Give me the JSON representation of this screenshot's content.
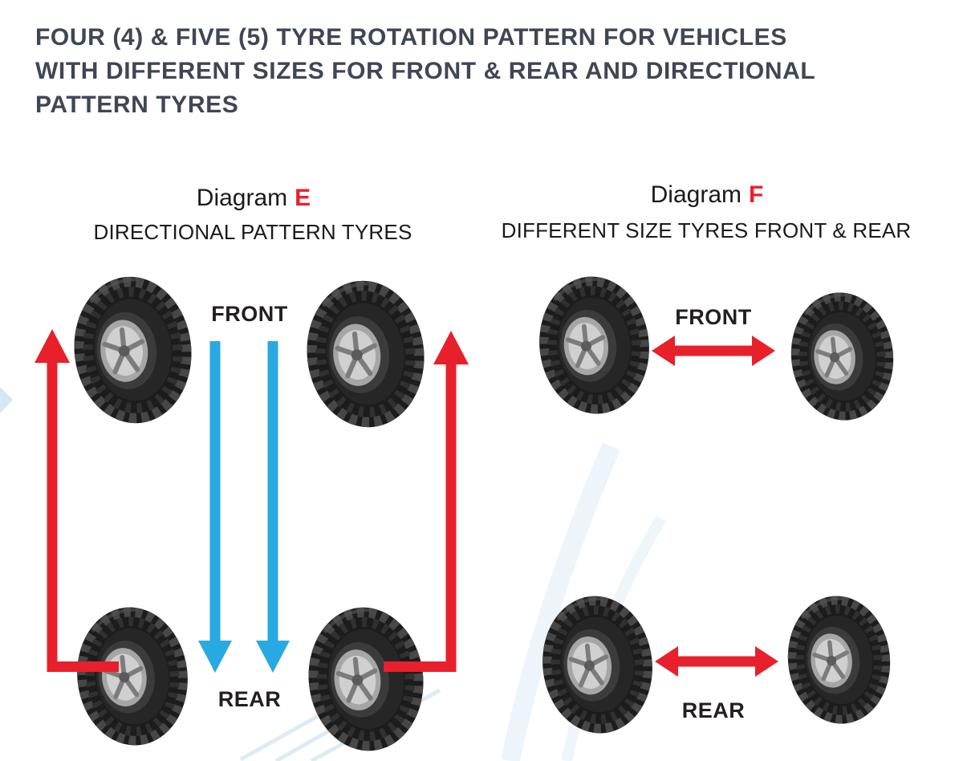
{
  "title": {
    "lines": [
      "FOUR (4) & FIVE (5) TYRE ROTATION PATTERN FOR VEHICLES",
      "WITH DIFFERENT SIZES FOR FRONT & REAR AND DIRECTIONAL",
      "PATTERN TYRES"
    ]
  },
  "diagrams": {
    "e": {
      "heading_prefix": "Diagram",
      "letter": "E",
      "subtitle": "DIRECTIONAL PATTERN TYRES",
      "front_label": "FRONT",
      "rear_label": "REAR",
      "arrows": [
        {
          "name": "outer-left",
          "direction": "rear-left to front-left",
          "color": "red"
        },
        {
          "name": "outer-right",
          "direction": "rear-right to front-right",
          "color": "red"
        },
        {
          "name": "inner-left",
          "direction": "front to rear (same side)",
          "color": "blue"
        },
        {
          "name": "inner-right",
          "direction": "front to rear (same side)",
          "color": "blue"
        }
      ]
    },
    "f": {
      "heading_prefix": "Diagram",
      "letter": "F",
      "subtitle": "DIFFERENT SIZE TYRES FRONT &  REAR",
      "front_label": "FRONT",
      "rear_label": "REAR",
      "arrows": [
        {
          "name": "front-swap",
          "direction": "front-left <-> front-right",
          "color": "red"
        },
        {
          "name": "rear-swap",
          "direction": "rear-left <-> rear-right",
          "color": "red"
        }
      ]
    }
  },
  "colors": {
    "arrow_red": "#e8202c",
    "arrow_blue": "#29a9e1",
    "title_text": "#3f4654",
    "label_text": "#231f20",
    "watermark_blue": "#bcd9ec"
  }
}
